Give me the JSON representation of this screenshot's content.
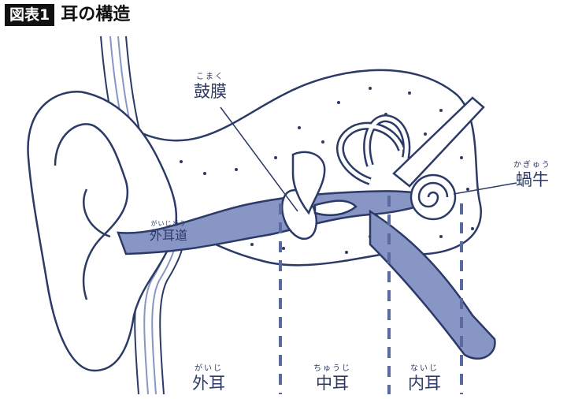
{
  "header": {
    "badge": "図表1",
    "title": "耳の構造"
  },
  "labels": {
    "tympanic_membrane": {
      "ruby": "こまく",
      "text": "鼓膜"
    },
    "cochlea": {
      "ruby": "かぎゅう",
      "text": "蝸牛"
    },
    "ear_canal": {
      "ruby": "がいじどう",
      "text": "外耳道"
    },
    "outer_ear": {
      "ruby": "がいじ",
      "text": "外耳"
    },
    "middle_ear": {
      "ruby": "ちゅうじ",
      "text": "中耳"
    },
    "inner_ear": {
      "ruby": "ないじ",
      "text": "内耳"
    }
  },
  "colors": {
    "ink": "#2b3a66",
    "fill": "#8896c6",
    "background": "#ffffff"
  }
}
